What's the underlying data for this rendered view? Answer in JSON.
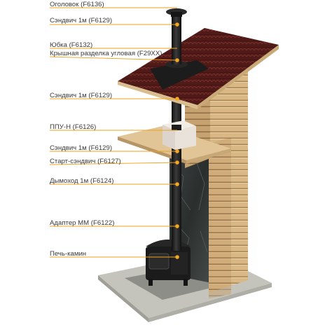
{
  "labels": [
    {
      "id": "cap",
      "text": "Оголовок (F6136)"
    },
    {
      "id": "sandwich-top",
      "text": "Сэндвич 1м (F6129)"
    },
    {
      "id": "skirt",
      "text": "Юбка (F6132)"
    },
    {
      "id": "roof-cut",
      "text": "Крышная разделка угловая (F29XX)"
    },
    {
      "id": "sandwich-mid",
      "text": "Сэндвич 1м (F6129)"
    },
    {
      "id": "ppu",
      "text": "ППУ-Н (F6126)"
    },
    {
      "id": "sandwich-low",
      "text": "Сэндвич 1м (F6129)"
    },
    {
      "id": "start-sandwich",
      "text": "Старт-сэндвич (F6127)"
    },
    {
      "id": "flue",
      "text": "Дымоход 1м (F6124)"
    },
    {
      "id": "adapter",
      "text": "Адаптер ММ (F6122)"
    },
    {
      "id": "stove",
      "text": "Печь-камин"
    }
  ],
  "colors": {
    "leader_line": "#f0a21c",
    "marker": "#f5a623",
    "pipe": "#1e1e1e",
    "roof": "#5a1f1a",
    "wood": "#d8b784",
    "floor": "#bdbdb4",
    "stone": "#2f3433"
  }
}
